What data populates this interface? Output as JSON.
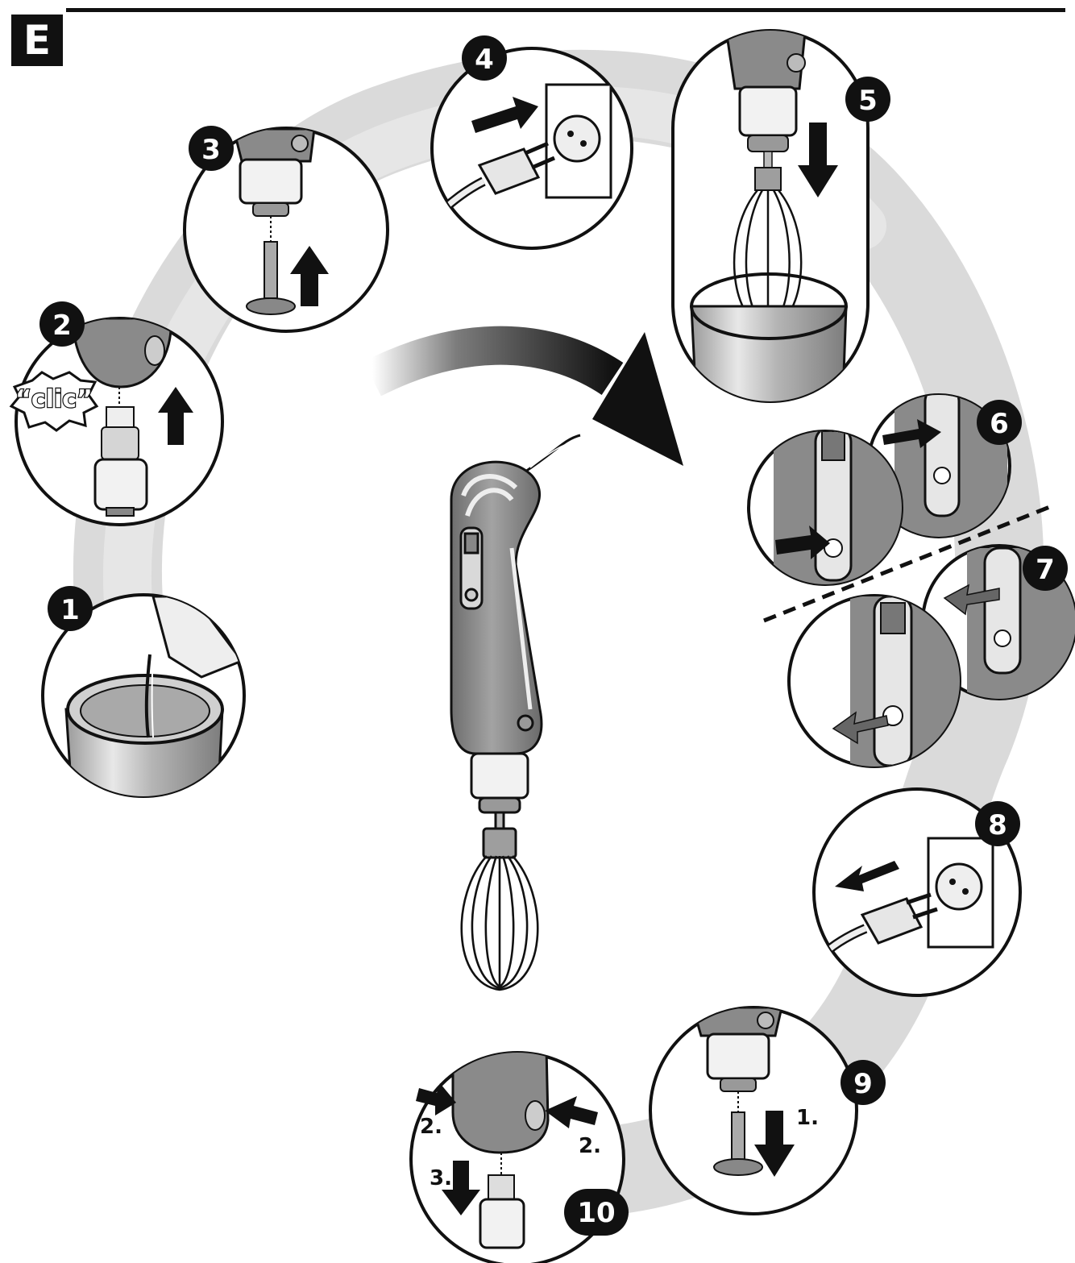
{
  "section_label": "E",
  "steps": [
    {
      "number": "1",
      "subject": "pouring liquid into beaker"
    },
    {
      "number": "2",
      "subject": "attach whisk gear housing",
      "callout": "“clic”"
    },
    {
      "number": "3",
      "subject": "insert whisk into gear housing"
    },
    {
      "number": "4",
      "subject": "plug in mains plug"
    },
    {
      "number": "5",
      "subject": "lower whisk into beaker"
    },
    {
      "number": "6",
      "subject": "switch on"
    },
    {
      "number": "7",
      "subject": "switch off"
    },
    {
      "number": "8",
      "subject": "unplug mains plug"
    },
    {
      "number": "9",
      "subject": "remove whisk",
      "sub_label": "1."
    },
    {
      "number": "10",
      "subject": "press release buttons and detach",
      "sub_labels": [
        "2.",
        "2.",
        "3."
      ]
    }
  ],
  "icons": [
    "arrow-up-icon",
    "arrow-down-icon",
    "arrow-right-icon",
    "arrow-left-icon",
    "curved-arrow-icon",
    "hand-blender-icon",
    "whisk-icon",
    "beaker-icon",
    "plug-icon",
    "socket-icon",
    "switch-icon"
  ],
  "colors": {
    "ink": "#111111",
    "shade": "#d6d6d6",
    "metal": "#bcbcbc",
    "body": "#8a8a8a",
    "paper": "#ffffff"
  }
}
